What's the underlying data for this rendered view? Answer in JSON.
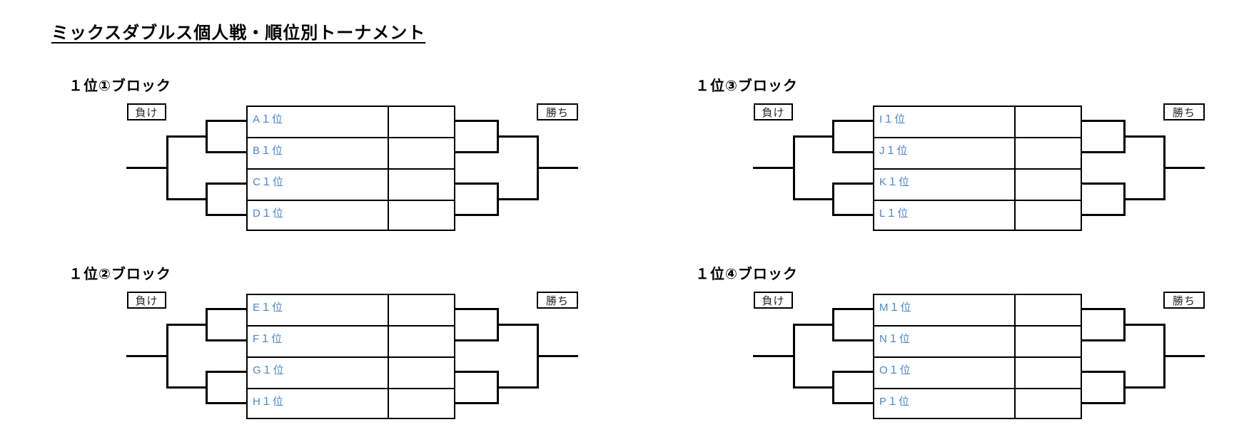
{
  "page": {
    "title": "ミックスダブルス個人戦・順位別トーナメント"
  },
  "labels": {
    "lose": "負け",
    "win": "勝ち"
  },
  "colors": {
    "entry_text": "#4a86c8",
    "line": "#000000"
  },
  "blocks": [
    {
      "title": "１位①ブロック",
      "entries": [
        "A１位",
        "B１位",
        "C１位",
        "D１位"
      ]
    },
    {
      "title": "１位②ブロック",
      "entries": [
        "E１位",
        "F１位",
        "G１位",
        "H１位"
      ]
    },
    {
      "title": "１位③ブロック",
      "entries": [
        "I１位",
        "J１位",
        "K１位",
        "L１位"
      ]
    },
    {
      "title": "１位④ブロック",
      "entries": [
        "M１位",
        "N１位",
        "O１位",
        "P１位"
      ]
    }
  ]
}
